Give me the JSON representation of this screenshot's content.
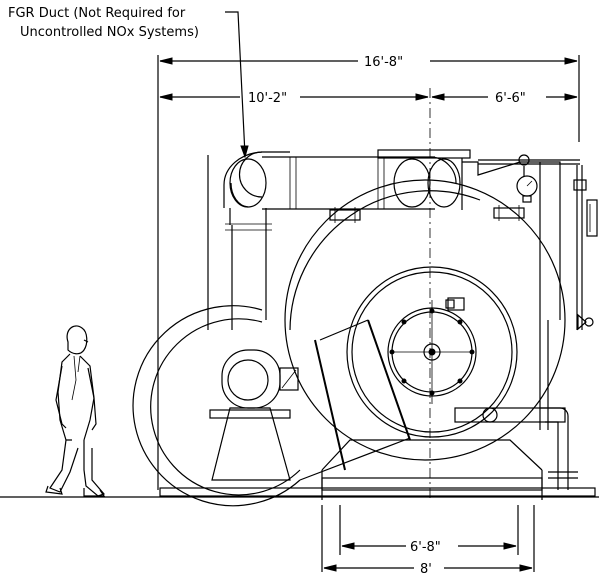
{
  "note": {
    "line1": "FGR Duct (Not Required for",
    "line2": "Uncontrolled NOx Systems)"
  },
  "dimensions": {
    "overall_length": "16'-8\"",
    "front_to_center": "10'-2\"",
    "center_to_rear": "6'-6\"",
    "base_inner": "6'-8\"",
    "base_outer": "8'"
  }
}
